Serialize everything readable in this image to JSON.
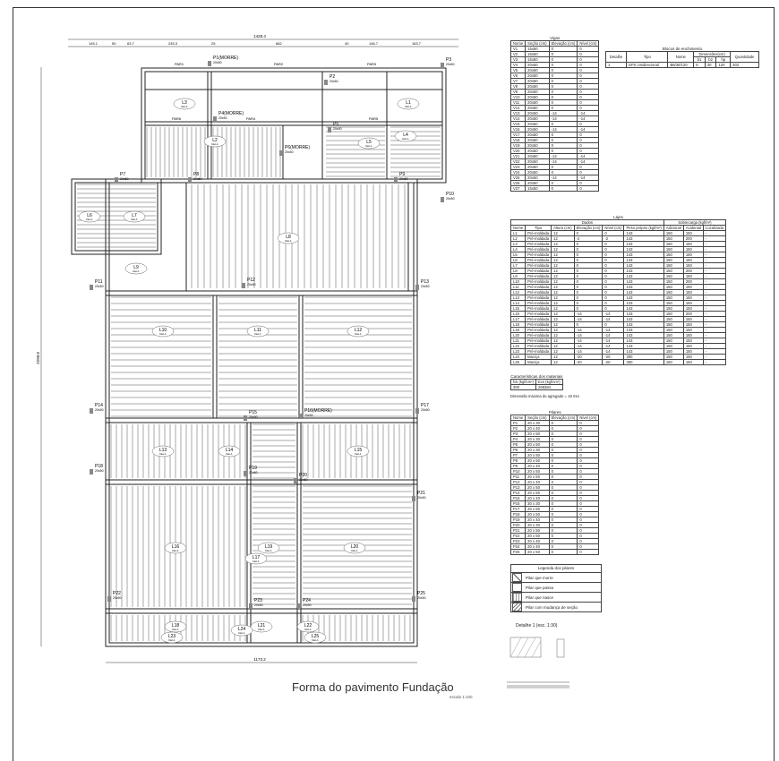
{
  "drawing": {
    "title": "Forma do pavimento Fundação",
    "scale": "escala 1:100",
    "overall_width_top": "1428.4",
    "overall_width_bottom": "1173.2",
    "overall_height_left": "2298.8",
    "top_dims": [
      "145.1",
      "50",
      "63.7",
      "245.3",
      "25",
      "682",
      "40",
      "146.7",
      "163.7"
    ],
    "pillars": [
      "P1(MORRE)",
      "P2",
      "P3",
      "P4(MORRE)",
      "P5",
      "P6(MORRE)",
      "P7",
      "P8",
      "P9",
      "P10",
      "P11",
      "P12",
      "P13",
      "P14",
      "P15",
      "P16(MORRE)",
      "P17",
      "P18",
      "P19",
      "P20",
      "P21",
      "P22",
      "P23",
      "P24",
      "P25"
    ],
    "slabs": [
      "L1",
      "L2",
      "L3",
      "L4",
      "L5",
      "L6",
      "L7",
      "L8",
      "L9",
      "L10",
      "L11",
      "L12",
      "L13",
      "L14",
      "L15",
      "L16",
      "L17",
      "L18",
      "L19",
      "L20",
      "L21",
      "L22",
      "L23",
      "L24",
      "L25"
    ],
    "walls": [
      "PAR1",
      "PAR2",
      "PAR3",
      "PAR4",
      "PAR5",
      "PAR6"
    ],
    "pillar_section": "20x50",
    "detail_tag": "Det-1"
  },
  "vigas_table": {
    "title": "Vigas",
    "headers": [
      "Nome",
      "Seção (cm)",
      "Elevação (cm)",
      "Nível (cm)"
    ],
    "rows": [
      [
        "V1",
        "15x50",
        "0",
        "0"
      ],
      [
        "V2",
        "15x50",
        "0",
        "0"
      ],
      [
        "V3",
        "15x50",
        "0",
        "0"
      ],
      [
        "V4",
        "20x50",
        "0",
        "0"
      ],
      [
        "V5",
        "20x50",
        "0",
        "0"
      ],
      [
        "V6",
        "20x50",
        "0",
        "0"
      ],
      [
        "V7",
        "20x50",
        "0",
        "0"
      ],
      [
        "V8",
        "20x50",
        "0",
        "0"
      ],
      [
        "V9",
        "20x50",
        "0",
        "0"
      ],
      [
        "V10",
        "20x50",
        "0",
        "0"
      ],
      [
        "V11",
        "20x50",
        "0",
        "0"
      ],
      [
        "V12",
        "20x50",
        "0",
        "0"
      ],
      [
        "V13",
        "20x50",
        "-14",
        "-14"
      ],
      [
        "V14",
        "20x50",
        "-14",
        "-14"
      ],
      [
        "V15",
        "20x50",
        "0",
        "0"
      ],
      [
        "V16",
        "20x50",
        "-14",
        "-14"
      ],
      [
        "V17",
        "20x50",
        "0",
        "0"
      ],
      [
        "V18",
        "20x50",
        "0",
        "0"
      ],
      [
        "V19",
        "20x50",
        "0",
        "0"
      ],
      [
        "V20",
        "20x50",
        "0",
        "0"
      ],
      [
        "V21",
        "20x50",
        "-14",
        "-14"
      ],
      [
        "V22",
        "20x50",
        "-14",
        "-14"
      ],
      [
        "V23",
        "20x50",
        "0",
        "0"
      ],
      [
        "V24",
        "20x50",
        "0",
        "0"
      ],
      [
        "V25",
        "20x50",
        "-14",
        "-14"
      ],
      [
        "V26",
        "20x50",
        "0",
        "0"
      ],
      [
        "V27",
        "15x50",
        "0",
        "0"
      ]
    ]
  },
  "bloco_table": {
    "title": "Blocos de enchimento",
    "headers": [
      "Detalhe",
      "Tipo",
      "Nome",
      "Dimensões(cm)",
      "Quantidade"
    ],
    "subheaders": [
      "b1",
      "b2",
      "hp"
    ],
    "rows": [
      [
        "1",
        "EPS Unidirecional",
        "B8/30/120",
        "8",
        "30",
        "120",
        "302"
      ]
    ]
  },
  "lajes_table": {
    "title": "Lajes",
    "group_dados": "Dados",
    "group_sobrecarga": "Sobrecarga (kgf/m²)",
    "headers": [
      "Nome",
      "Tipo",
      "Altura (cm)",
      "Elevação (cm)",
      "Nível (cm)",
      "Peso próprio (kgf/m²)",
      "Adicional",
      "Acidental",
      "Localizada"
    ],
    "rows": [
      [
        "L1",
        "Pré-moldada",
        "12",
        "0",
        "0",
        "143",
        "150",
        "150",
        "-"
      ],
      [
        "L2",
        "Pré-moldada",
        "12",
        "-2",
        "-2",
        "143",
        "150",
        "200",
        "-"
      ],
      [
        "L3",
        "Pré-moldada",
        "12",
        "0",
        "0",
        "143",
        "150",
        "150",
        "-"
      ],
      [
        "L4",
        "Pré-moldada",
        "12",
        "0",
        "0",
        "143",
        "150",
        "150",
        "-"
      ],
      [
        "L5",
        "Pré-moldada",
        "12",
        "0",
        "0",
        "143",
        "150",
        "150",
        "-"
      ],
      [
        "L6",
        "Pré-moldada",
        "12",
        "0",
        "0",
        "143",
        "150",
        "150",
        "-"
      ],
      [
        "L7",
        "Pré-moldada",
        "12",
        "0",
        "0",
        "143",
        "150",
        "150",
        "-"
      ],
      [
        "L8",
        "Pré-moldada",
        "12",
        "0",
        "0",
        "143",
        "150",
        "200",
        "-"
      ],
      [
        "L9",
        "Pré-moldada",
        "12",
        "0",
        "0",
        "143",
        "150",
        "150",
        "-"
      ],
      [
        "L10",
        "Pré-moldada",
        "12",
        "0",
        "0",
        "143",
        "150",
        "200",
        "-"
      ],
      [
        "L11",
        "Pré-moldada",
        "12",
        "0",
        "0",
        "143",
        "150",
        "150",
        "-"
      ],
      [
        "L12",
        "Pré-moldada",
        "12",
        "0",
        "0",
        "143",
        "150",
        "150",
        "-"
      ],
      [
        "L13",
        "Pré-moldada",
        "12",
        "0",
        "0",
        "143",
        "150",
        "150",
        "-"
      ],
      [
        "L14",
        "Pré-moldada",
        "12",
        "0",
        "0",
        "143",
        "150",
        "150",
        "-"
      ],
      [
        "L15",
        "Pré-moldada",
        "12",
        "0",
        "0",
        "143",
        "150",
        "150",
        "-"
      ],
      [
        "L16",
        "Pré-moldada",
        "12",
        "-14",
        "-14",
        "143",
        "150",
        "200",
        "-"
      ],
      [
        "L17",
        "Pré-moldada",
        "12",
        "-14",
        "-14",
        "143",
        "150",
        "150",
        "-"
      ],
      [
        "L18",
        "Pré-moldada",
        "12",
        "0",
        "0",
        "143",
        "150",
        "150",
        "-"
      ],
      [
        "L19",
        "Pré-moldada",
        "12",
        "-14",
        "-14",
        "143",
        "150",
        "150",
        "-"
      ],
      [
        "L20",
        "Pré-moldada",
        "12",
        "-14",
        "-14",
        "143",
        "150",
        "150",
        "-"
      ],
      [
        "L21",
        "Pré-moldada",
        "12",
        "-14",
        "-14",
        "143",
        "150",
        "150",
        "-"
      ],
      [
        "L22",
        "Pré-moldada",
        "12",
        "-14",
        "-14",
        "143",
        "150",
        "150",
        "-"
      ],
      [
        "L23",
        "Pré-moldada",
        "12",
        "-14",
        "-14",
        "143",
        "150",
        "150",
        "-"
      ],
      [
        "L24",
        "Maciça",
        "12",
        "-20",
        "-20",
        "300",
        "150",
        "150",
        "-"
      ],
      [
        "L25",
        "Maciça",
        "12",
        "-20",
        "-20",
        "300",
        "150",
        "150",
        "-"
      ]
    ]
  },
  "materiais": {
    "title": "Características dos materiais",
    "headers": [
      "fck (kgf/cm²)",
      "Ecs (kgf/cm²)"
    ],
    "values": [
      "300",
      "268384"
    ],
    "note": "Dimensão máxima do agregado = 19 mm"
  },
  "pilares_table": {
    "title": "Pilares",
    "headers": [
      "Nome",
      "Seção (cm)",
      "Elevação (cm)",
      "Nível (cm)"
    ],
    "rows": [
      [
        "P1",
        "20 x 30",
        "0",
        "0"
      ],
      [
        "P2",
        "20 x 40",
        "0",
        "0"
      ],
      [
        "P3",
        "20 x 50",
        "0",
        "0"
      ],
      [
        "P4",
        "20 x 30",
        "0",
        "0"
      ],
      [
        "P5",
        "20 x 50",
        "0",
        "0"
      ],
      [
        "P6",
        "20 x 30",
        "0",
        "0"
      ],
      [
        "P7",
        "20 x 50",
        "0",
        "0"
      ],
      [
        "P8",
        "20 x 50",
        "0",
        "0"
      ],
      [
        "P9",
        "20 x 40",
        "0",
        "0"
      ],
      [
        "P10",
        "20 x 50",
        "0",
        "0"
      ],
      [
        "P11",
        "20 x 50",
        "0",
        "0"
      ],
      [
        "P12",
        "20 x 40",
        "0",
        "0"
      ],
      [
        "P13",
        "20 x 50",
        "0",
        "0"
      ],
      [
        "P14",
        "20 x 50",
        "0",
        "0"
      ],
      [
        "P15",
        "20 x 40",
        "0",
        "0"
      ],
      [
        "P16",
        "30 x 30",
        "0",
        "0"
      ],
      [
        "P17",
        "20 x 50",
        "0",
        "0"
      ],
      [
        "P18",
        "20 x 50",
        "0",
        "0"
      ],
      [
        "P19",
        "20 x 40",
        "0",
        "0"
      ],
      [
        "P20",
        "30 x 30",
        "0",
        "0"
      ],
      [
        "P21",
        "20 x 50",
        "0",
        "0"
      ],
      [
        "P22",
        "20 x 50",
        "0",
        "0"
      ],
      [
        "P23",
        "20 x 40",
        "0",
        "0"
      ],
      [
        "P24",
        "20 x 40",
        "0",
        "0"
      ],
      [
        "P25",
        "20 x 50",
        "0",
        "0"
      ]
    ]
  },
  "legend": {
    "title": "Legenda dos pilares",
    "items": [
      "Pilar que morre",
      "Pilar que passa",
      "Pilar que nasce",
      "Pilar com mudança de seção"
    ]
  },
  "detail": {
    "label": "Detalhe 1 (esc. 1:30)"
  }
}
